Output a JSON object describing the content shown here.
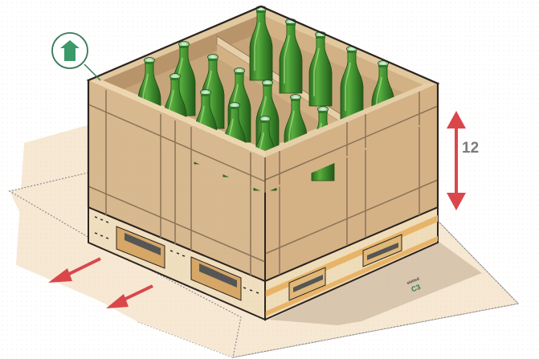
{
  "diagram": {
    "subject": "Wooden crate on pallet filled with green glass bottles",
    "colors": {
      "cardboard": "#d8b88e",
      "cardboard_light": "#e6cfa8",
      "cardboard_dark": "#c9a678",
      "interior": "#c7a57a",
      "pallet": "#f0dfbf",
      "pallet_slat": "#e8b468",
      "mat": "#f7e8d4",
      "mat_shadow": "#d9c6ae",
      "bottle": "#3f8f2f",
      "bottle_dark": "#2a6a1f",
      "arrow_red": "#d9474b",
      "badge_green": "#3a9a68",
      "outline": "#2b2420"
    },
    "bottle_count": 17,
    "badge": {
      "icon": "this-side-up-arrow-icon",
      "shape": "circle"
    },
    "dimension": {
      "label": "12",
      "orientation": "vertical"
    },
    "direction_arrows": [
      {
        "name": "left-arrow-1",
        "direction": "down-left"
      },
      {
        "name": "left-arrow-2",
        "direction": "down-left"
      }
    ],
    "mat_marking": {
      "small_text": "slotted",
      "code": "C3"
    }
  }
}
